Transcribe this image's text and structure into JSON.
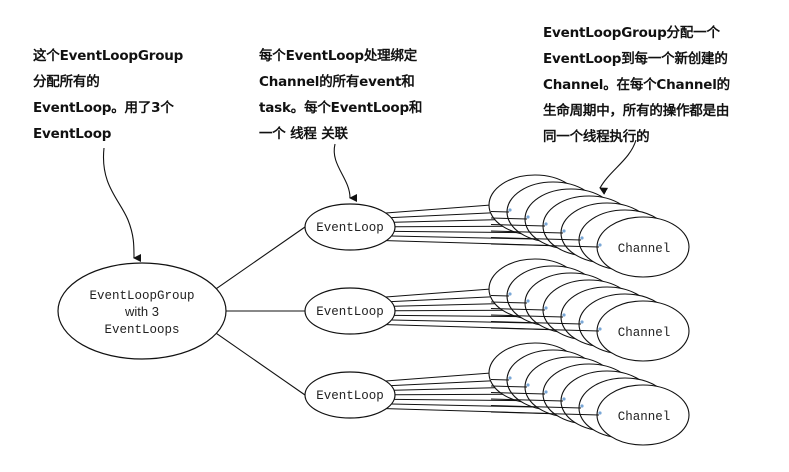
{
  "annotations": {
    "group_note": {
      "lines": [
        "这个EventLoopGroup",
        "分配所有的",
        "EventLoop。用了3个",
        "EventLoop"
      ]
    },
    "loop_note": {
      "lines": [
        "每个EventLoop处理绑定",
        "Channel的所有event和",
        "task。每个EventLoop和",
        "一个 线程 关联"
      ]
    },
    "channel_note": {
      "lines": [
        "EventLoopGroup分配一个",
        "EventLoop到每一个新创建的",
        "Channel。在每个Channel的",
        "生命周期中，所有的操作都是由",
        "同一个线程执行的"
      ]
    }
  },
  "nodes": {
    "group": {
      "line1": "EventLoopGroup",
      "line2": "with 3",
      "line3": "EventLoops"
    },
    "event_loops": [
      {
        "label": "EventLoop",
        "channel_count": 7,
        "channel_label": "Channel"
      },
      {
        "label": "EventLoop",
        "channel_count": 7,
        "channel_label": "Channel"
      },
      {
        "label": "EventLoop",
        "channel_count": 7,
        "channel_label": "Channel"
      }
    ]
  },
  "colors": {
    "stroke": "#111111",
    "text": "#222222",
    "background": "#ffffff"
  }
}
